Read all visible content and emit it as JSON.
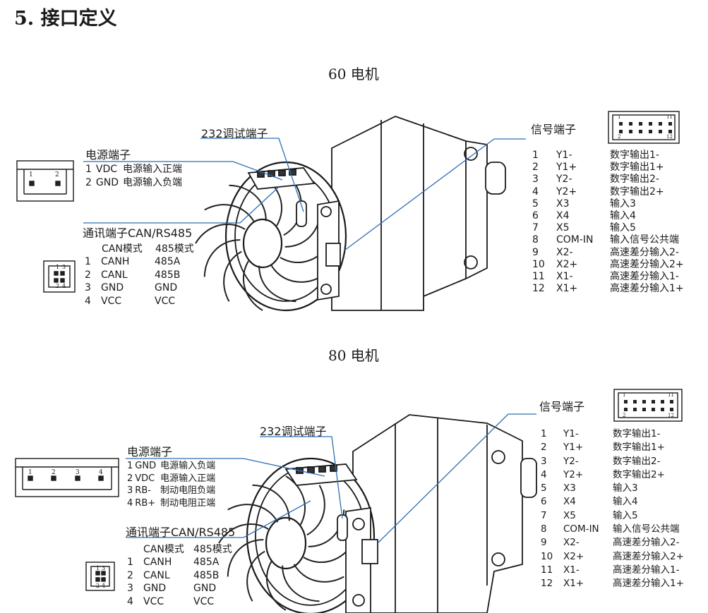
{
  "section": {
    "title": "5.  接口定义"
  },
  "motor60": {
    "title": "60 电机",
    "debug_label": "232调试端子",
    "power": {
      "label": "电源端子",
      "pins": [
        {
          "num": "1",
          "name": "VDC",
          "desc": "电源输入正端"
        },
        {
          "num": "2",
          "name": "GND",
          "desc": "电源输入负端"
        }
      ],
      "connector_pins": [
        "1",
        "2"
      ]
    },
    "comm": {
      "label": "通讯端子CAN/RS485",
      "header_can": "CAN模式",
      "header_485": "485模式",
      "pins": [
        {
          "num": "1",
          "can": "CANH",
          "rs485": "485A"
        },
        {
          "num": "2",
          "can": "CANL",
          "rs485": "485B"
        },
        {
          "num": "3",
          "can": "GND",
          "rs485": "GND"
        },
        {
          "num": "4",
          "can": "VCC",
          "rs485": "VCC"
        }
      ],
      "connector_pins": [
        "1",
        "3",
        "2",
        "4"
      ]
    },
    "signal": {
      "label": "信号端子",
      "connector_pins": [
        "1",
        "11",
        "2",
        "12"
      ],
      "pins": [
        {
          "num": "1",
          "name": "Y1-",
          "desc": "数字输出1-"
        },
        {
          "num": "2",
          "name": "Y1+",
          "desc": "数字输出1+"
        },
        {
          "num": "3",
          "name": "Y2-",
          "desc": "数字输出2-"
        },
        {
          "num": "4",
          "name": "Y2+",
          "desc": "数字输出2+"
        },
        {
          "num": "5",
          "name": "X3",
          "desc": "输入3"
        },
        {
          "num": "6",
          "name": "X4",
          "desc": "输入4"
        },
        {
          "num": "7",
          "name": "X5",
          "desc": "输入5"
        },
        {
          "num": "8",
          "name": "COM-IN",
          "desc": "输入信号公共端"
        },
        {
          "num": "9",
          "name": "X2-",
          "desc": "高速差分输入2-"
        },
        {
          "num": "10",
          "name": "X2+",
          "desc": "高速差分输入2+"
        },
        {
          "num": "11",
          "name": "X1-",
          "desc": "高速差分输入1-"
        },
        {
          "num": "12",
          "name": "X1+",
          "desc": "高速差分输入1+"
        }
      ]
    }
  },
  "motor80": {
    "title": "80 电机",
    "debug_label": "232调试端子",
    "power": {
      "label": "电源端子",
      "pins": [
        {
          "num": "1",
          "name": "GND",
          "desc": "电源输入负端"
        },
        {
          "num": "2",
          "name": "VDC",
          "desc": "电源输入正端"
        },
        {
          "num": "3",
          "name": "RB-",
          "desc": "制动电阻负端"
        },
        {
          "num": "4",
          "name": "RB+",
          "desc": "制动电阻正端"
        }
      ],
      "connector_pins": [
        "1",
        "2",
        "3",
        "4"
      ]
    },
    "comm": {
      "label": "通讯端子CAN/RS485",
      "header_can": "CAN模式",
      "header_485": "485模式",
      "pins": [
        {
          "num": "1",
          "can": "CANH",
          "rs485": "485A"
        },
        {
          "num": "2",
          "can": "CANL",
          "rs485": "485B"
        },
        {
          "num": "3",
          "can": "GND",
          "rs485": "GND"
        },
        {
          "num": "4",
          "can": "VCC",
          "rs485": "VCC"
        }
      ],
      "connector_pins": [
        "1",
        "3",
        "2",
        "4"
      ]
    },
    "signal": {
      "label": "信号端子",
      "connector_pins": [
        "1",
        "11",
        "2",
        "12"
      ],
      "pins": [
        {
          "num": "1",
          "name": "Y1-",
          "desc": "数字输出1-"
        },
        {
          "num": "2",
          "name": "Y1+",
          "desc": "数字输出1+"
        },
        {
          "num": "3",
          "name": "Y2-",
          "desc": "数字输出2-"
        },
        {
          "num": "4",
          "name": "Y2+",
          "desc": "数字输出2+"
        },
        {
          "num": "5",
          "name": "X3",
          "desc": "输入3"
        },
        {
          "num": "6",
          "name": "X4",
          "desc": "输入4"
        },
        {
          "num": "7",
          "name": "X5",
          "desc": "输入5"
        },
        {
          "num": "8",
          "name": "COM-IN",
          "desc": "输入信号公共端"
        },
        {
          "num": "9",
          "name": "X2-",
          "desc": "高速差分输入2-"
        },
        {
          "num": "10",
          "name": "X2+",
          "desc": "高速差分输入2+"
        },
        {
          "num": "11",
          "name": "X1-",
          "desc": "高速差分输入1-"
        },
        {
          "num": "12",
          "name": "X1+",
          "desc": "高速差分输入1+"
        }
      ]
    }
  },
  "colors": {
    "leader_line": "#2f6fb7",
    "outline": "#1a1a1a"
  }
}
